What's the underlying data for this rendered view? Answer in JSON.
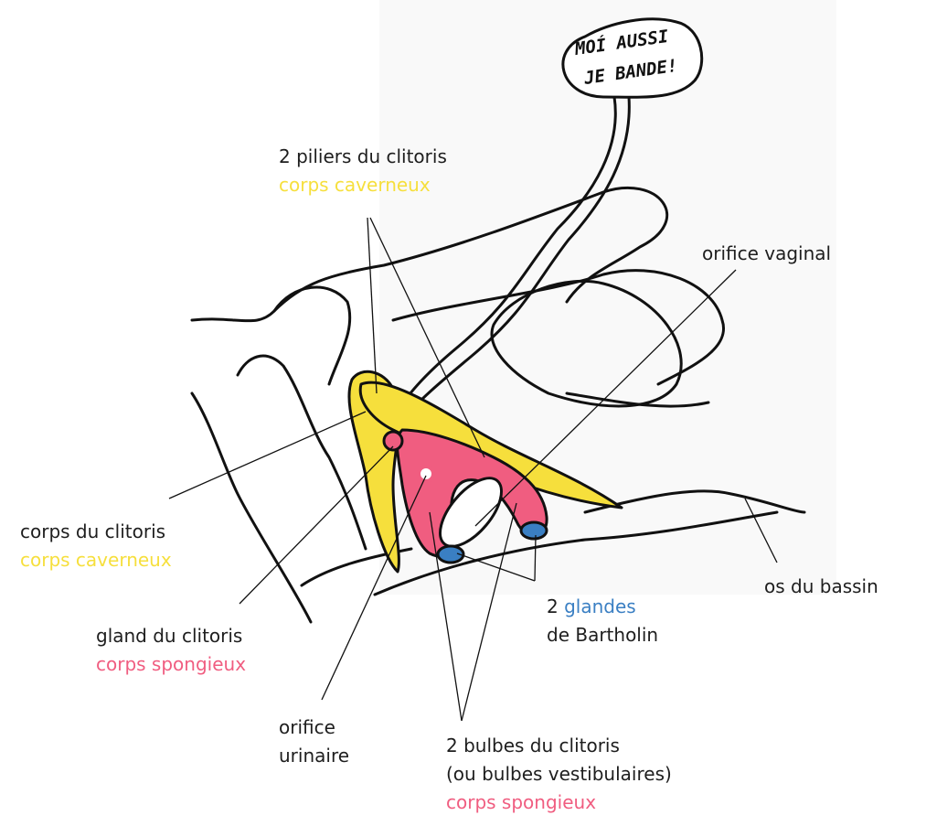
{
  "speech_bubble": {
    "line1": "MOÍ AUSSI",
    "line2": "JE BANDE!"
  },
  "labels": {
    "piliers": {
      "title": "2 piliers du clitoris",
      "tissue": "corps caverneux"
    },
    "orifice_vaginal": {
      "title": "orifice vaginal"
    },
    "corps_clitoris": {
      "title": "corps du clitoris",
      "tissue": "corps caverneux"
    },
    "os_bassin": {
      "title": "os du bassin"
    },
    "glandes": {
      "count": "2",
      "name": "glandes",
      "rest": "de Bartholin"
    },
    "gland": {
      "title": "gland du clitoris",
      "tissue": "corps spongieux"
    },
    "orifice_urinaire": {
      "line1": "orifice",
      "line2": "urinaire"
    },
    "bulbes": {
      "line1": "2 bulbes du clitoris",
      "line2": "(ou bulbes vestibulaires)",
      "tissue": "corps spongieux"
    }
  },
  "colors": {
    "corps_caverneux": "#f6df3c",
    "corps_spongieux": "#f05d80",
    "glandes": "#3a7fc3",
    "ink": "#111111"
  }
}
